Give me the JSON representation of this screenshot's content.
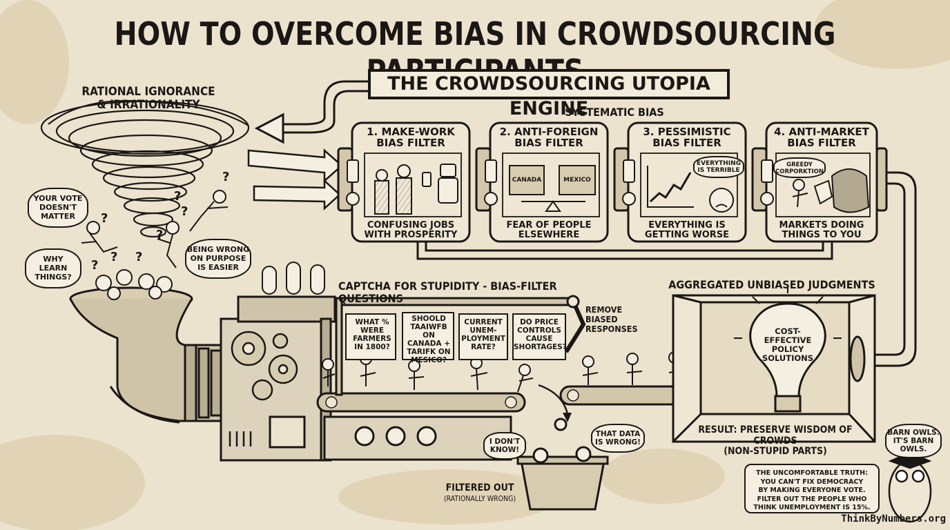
{
  "title": "HOW TO OVERCOME BIAS IN CROWDSOURCING PARTICIPANTS",
  "engine_title": "THE CROWDSOURCING UTOPIA ENGINE",
  "systematic_bias": "SYSTEMATIC BIAS",
  "tornado_label": [
    "RATIONAL IGNORANCE",
    "& IRRATIONALITY"
  ],
  "tornado_bubbles": {
    "vote": [
      "YOUR VOTE",
      "DOESN'T",
      "MATTER"
    ],
    "learn": [
      "WHY",
      "LEARN",
      "THINGS?"
    ],
    "wrong": [
      "BEING WRONG",
      "ON PURPOSE",
      "IS EASIER"
    ]
  },
  "filters": [
    {
      "title": [
        "1. MAKE-WORK",
        "BIAS FILTER"
      ],
      "caption": [
        "CONFUSING JOBS",
        "WITH PROSPERITY"
      ]
    },
    {
      "title": [
        "2. ANTI-FOREIGN",
        "BIAS FILTER"
      ],
      "caption": [
        "FEAR OF PEOPLE",
        "ELSEWHERE"
      ],
      "left_box": "CANADA",
      "right_box": "MEXICO"
    },
    {
      "title": [
        "3. PESSIMISTIC",
        "BIAS FILTER"
      ],
      "caption": [
        "EVERYTHING IS",
        "GETTING WORSE"
      ],
      "bubble": [
        "EVERYTHING",
        "IS TERRIBLE"
      ]
    },
    {
      "title": [
        "4. ANTI-MARKET",
        "BIAS FILTER"
      ],
      "caption": [
        "MARKETS DOING",
        "THINGS TO YOU"
      ],
      "bubble": [
        "GREEDY",
        "CORPORKTION"
      ]
    }
  ],
  "captcha_label": "CAPTCHA FOR STUPIDITY - BIAS-FILTER QUESTIONS",
  "questions": [
    [
      "WHAT %",
      "WERE",
      "FARMERS",
      "IN 1800?"
    ],
    [
      "SHOOLD",
      "TAAIWFB ON",
      "CANADA +",
      "TARIFK ON",
      "MESICO?"
    ],
    [
      "CURRENT",
      "UNEM-",
      "PLOYMENT",
      "RATE?"
    ],
    [
      "DO PRICE",
      "CONTROLS",
      "CAUSE",
      "SHORTAGES?"
    ]
  ],
  "remove_label": [
    "REMOVE",
    "BIASED",
    "RESPONSES"
  ],
  "aggregated_label": "AGGREGATED UNBIASED JUDGMENTS",
  "bulb_text": [
    "COST-",
    "EFFECTIVE",
    "POLICY",
    "SOLUTIONS"
  ],
  "result_label": [
    "RESULT: PRESERVE WISDOM OF CROWDS",
    "(NON-STUPID PARTS)"
  ],
  "filtered_out": {
    "label": "FILTERED OUT",
    "sub": "(RATIONALLY WRONG)",
    "bubble_left": [
      "I DON'T",
      "KNOW!"
    ],
    "bubble_right": [
      "THAT DATA",
      "IS WRONG!"
    ]
  },
  "owl_bubble": [
    "BARN OWLS.",
    "IT'S BARN",
    "OWLS."
  ],
  "truth_box": [
    "THE UNCOMFORTABLE TRUTH:",
    "YOU CAN'T FIX DEMOCRACY",
    "BY MAKING EVERYONE VOTE.",
    "FILTER OUT THE PEOPLE WHO",
    "THINK UNEMPLOYMENT IS 15%."
  ],
  "watermark": "ThinkByNumbers.org",
  "colors": {
    "paper": "#ece3cf",
    "ink": "#1a1714",
    "panel": "#f5efe1",
    "stain": "#d8c6a1"
  }
}
